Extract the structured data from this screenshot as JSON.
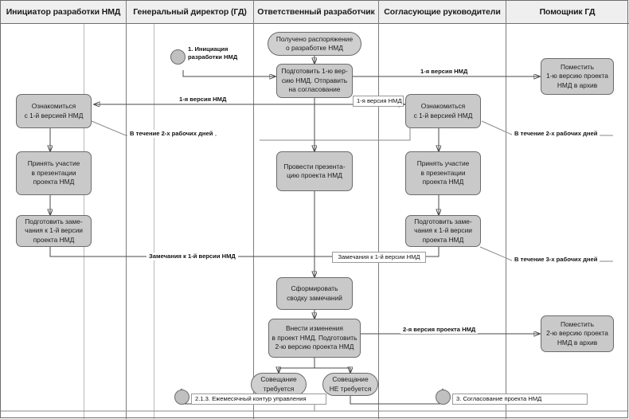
{
  "diagram": {
    "type": "swimlane-flowchart",
    "lanes": [
      {
        "id": "initiator",
        "label": "Инициатор разработки НМД"
      },
      {
        "id": "gd",
        "label": "Генеральный директор (ГД)"
      },
      {
        "id": "developer",
        "label": "Ответственный разработчик"
      },
      {
        "id": "approvers",
        "label": "Согласующие руководители"
      },
      {
        "id": "assistant",
        "label": "Помощник ГД"
      }
    ],
    "nodes": {
      "start_initiation": {
        "kind": "circle",
        "caption": "1. Инициация\nразработки НМД"
      },
      "order_received": {
        "kind": "event",
        "label": "Получено распоряжение\nо разработке НМД"
      },
      "prepare_v1": {
        "kind": "task",
        "label": "Подготовить 1-ю вер-\nсию НМД. Отправить\nна согласование"
      },
      "archive_v1": {
        "kind": "task",
        "label": "Поместить\n1-ю версию проекта\nНМД в архив"
      },
      "review_v1_initiator": {
        "kind": "task",
        "label": "Ознакомиться\nс 1-й версией НМД"
      },
      "review_v1_approvers": {
        "kind": "task",
        "label": "Ознакомиться\nс 1-й версией НМД"
      },
      "attend_presentation_initiator": {
        "kind": "task",
        "label": "Принять участие\nв презентации\nпроекта НМД"
      },
      "attend_presentation_approvers": {
        "kind": "task",
        "label": "Принять участие\nв презентации\nпроекта НМД"
      },
      "hold_presentation": {
        "kind": "task",
        "label": "Провести презента-\nцию проекта НМД"
      },
      "remarks_initiator": {
        "kind": "task",
        "label": "Подготовить заме-\nчания к 1-й версии\nпроекта НМД"
      },
      "remarks_approvers": {
        "kind": "task",
        "label": "Подготовить заме-\nчания к 1-й версии\nпроекта НМД"
      },
      "summary_remarks": {
        "kind": "task",
        "label": "Сформировать\nсводку замечаний"
      },
      "apply_changes": {
        "kind": "task",
        "label": "Внести изменения\nв проект НМД. Подготовить\n2-ю версию проекта НМД"
      },
      "archive_v2": {
        "kind": "task",
        "label": "Поместить\n2-ю версию проекта\nНМД в архив"
      },
      "meeting_required": {
        "kind": "event",
        "label": "Совещание\nтребуется"
      },
      "meeting_not_required": {
        "kind": "event",
        "label": "Совещание\nНЕ требуется"
      },
      "end_monthly_loop": {
        "kind": "circle",
        "caption": "2.1.3. Ежемесячный контур управления"
      },
      "end_approval": {
        "kind": "circle",
        "caption": "3. Согласование проекта НМД"
      }
    },
    "flow_labels": {
      "v1_to_initiator": "1-я версия НМД",
      "v1_to_approvers": "1-я версия НМД",
      "v1_to_assistant": "1-я версия НМД",
      "remarks_from_initiator": "Замечания к 1-й версии НМД",
      "remarks_from_approvers": "Замечания к 1-й версии НМД",
      "v2_to_assistant": "2-я версия проекта НМД"
    },
    "sla_notes": {
      "initiator_2days": "В течение 2-х рабочих дней",
      "approvers_2days": "В течение 2-х рабочих дней",
      "approvers_3days": "В течение 3-х рабочих дней"
    },
    "colors": {
      "task_fill": "#c9c9c9",
      "event_fill": "#cfcfcf",
      "node_stroke": "#6b6b6b",
      "lane_header_fill": "#efefef",
      "connector": "#4a4a4a"
    }
  }
}
